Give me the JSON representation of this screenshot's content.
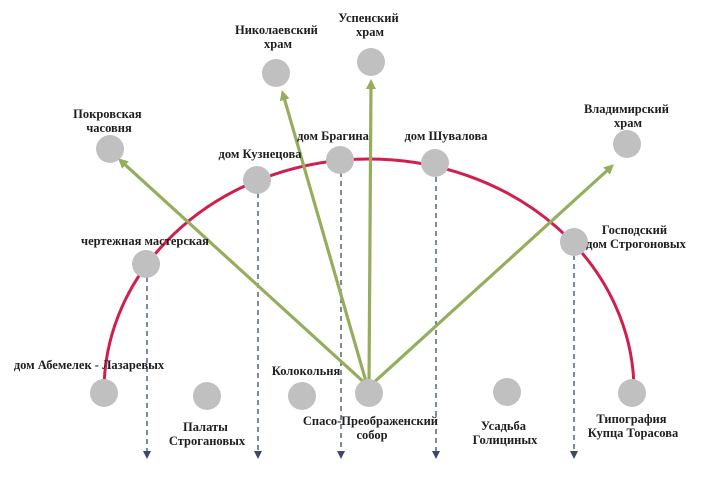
{
  "colors": {
    "arc": "#d01f4d",
    "arrow": "#95ad5c",
    "node": "#c0c0c0",
    "dashed": "#3b4a6b",
    "text": "#1e1e1e"
  },
  "nodes": {
    "nikolaevsky": [
      "Николаевский",
      "храм"
    ],
    "uspensky": [
      "Успенский",
      "храм"
    ],
    "pokrovskaya": [
      "Покровская",
      "часовня"
    ],
    "vladimirsky": [
      "Владимирский",
      "храм"
    ],
    "bragin": [
      "дом Брагина"
    ],
    "shuvalov": [
      "дом Шувалова"
    ],
    "kuznetsov": [
      "дом Кузнецова"
    ],
    "chertezhnaya": [
      "чертежная мастерская"
    ],
    "gospodsky": [
      "Господский",
      "дом Строгоновых"
    ],
    "abemelek": [
      "дом Абемелек - Лазаревых"
    ],
    "kolokolnya": [
      "Колокольня"
    ],
    "palaty": [
      "Палаты",
      "Строгановых"
    ],
    "spaso": [
      "Спасо-Преображенский",
      "собор"
    ],
    "usadba": [
      "Усадьба",
      "Голициных"
    ],
    "tipografiya": [
      "Типография",
      "Купца Торасова"
    ]
  }
}
